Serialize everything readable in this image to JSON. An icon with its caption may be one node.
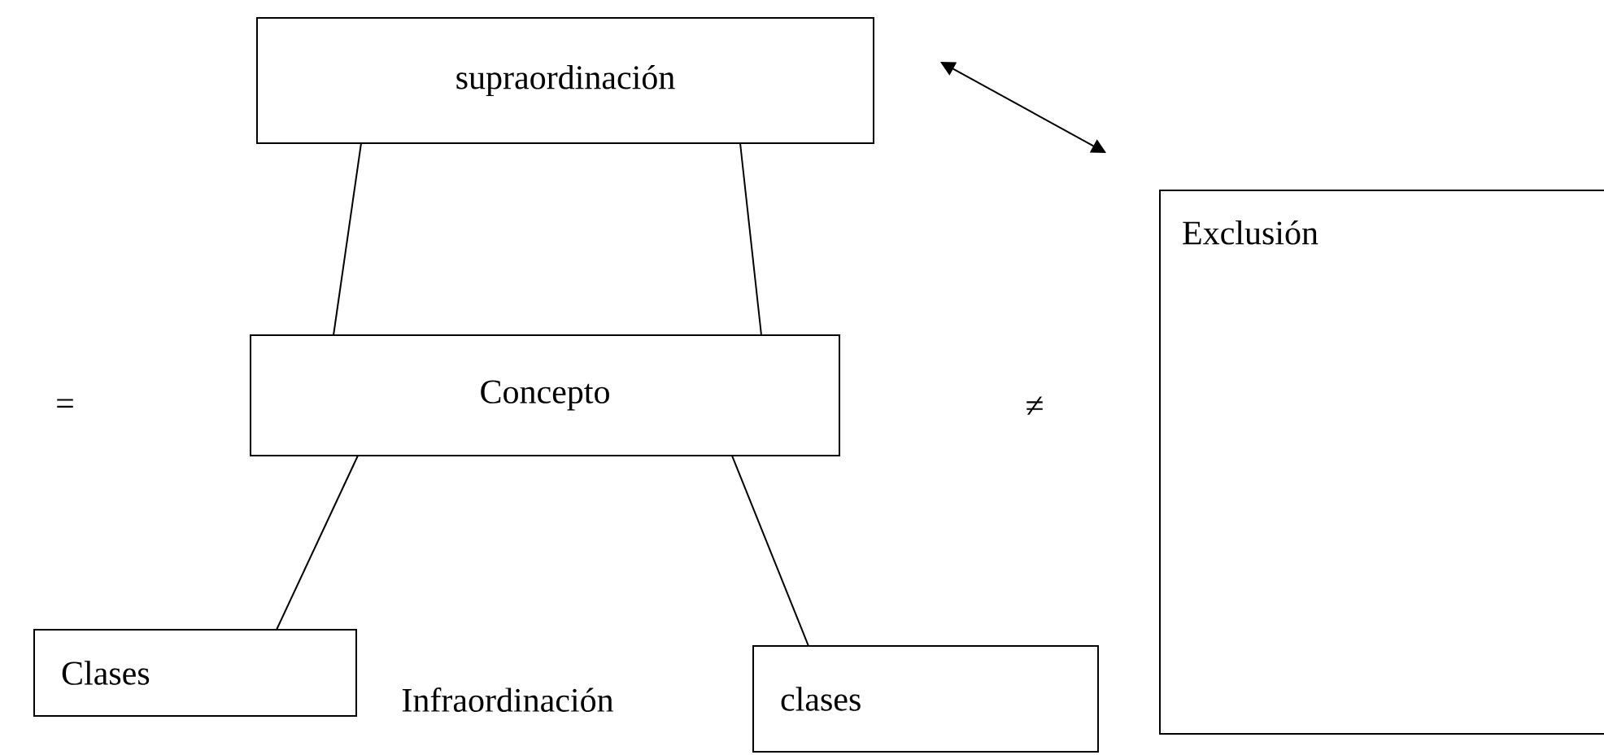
{
  "diagram": {
    "nodes": [
      {
        "text": [
          "supraordinación"
        ]
      },
      {
        "text": [
          "Concepto"
        ]
      },
      {
        "text": [
          "Clases"
        ]
      },
      {
        "text": [
          "clases"
        ]
      },
      {
        "text": [
          "Exclusión"
        ]
      }
    ],
    "edges": [
      {
        "from": 0,
        "to": 1,
        "arrow": "none"
      },
      {
        "from": 0,
        "to": 1,
        "arrow": "none"
      },
      {
        "from": 1,
        "to": 2,
        "arrow": "none"
      },
      {
        "from": 1,
        "to": 3,
        "arrow": "none"
      }
    ],
    "labels": [
      "=",
      "≠",
      "Infraordinación"
    ]
  }
}
